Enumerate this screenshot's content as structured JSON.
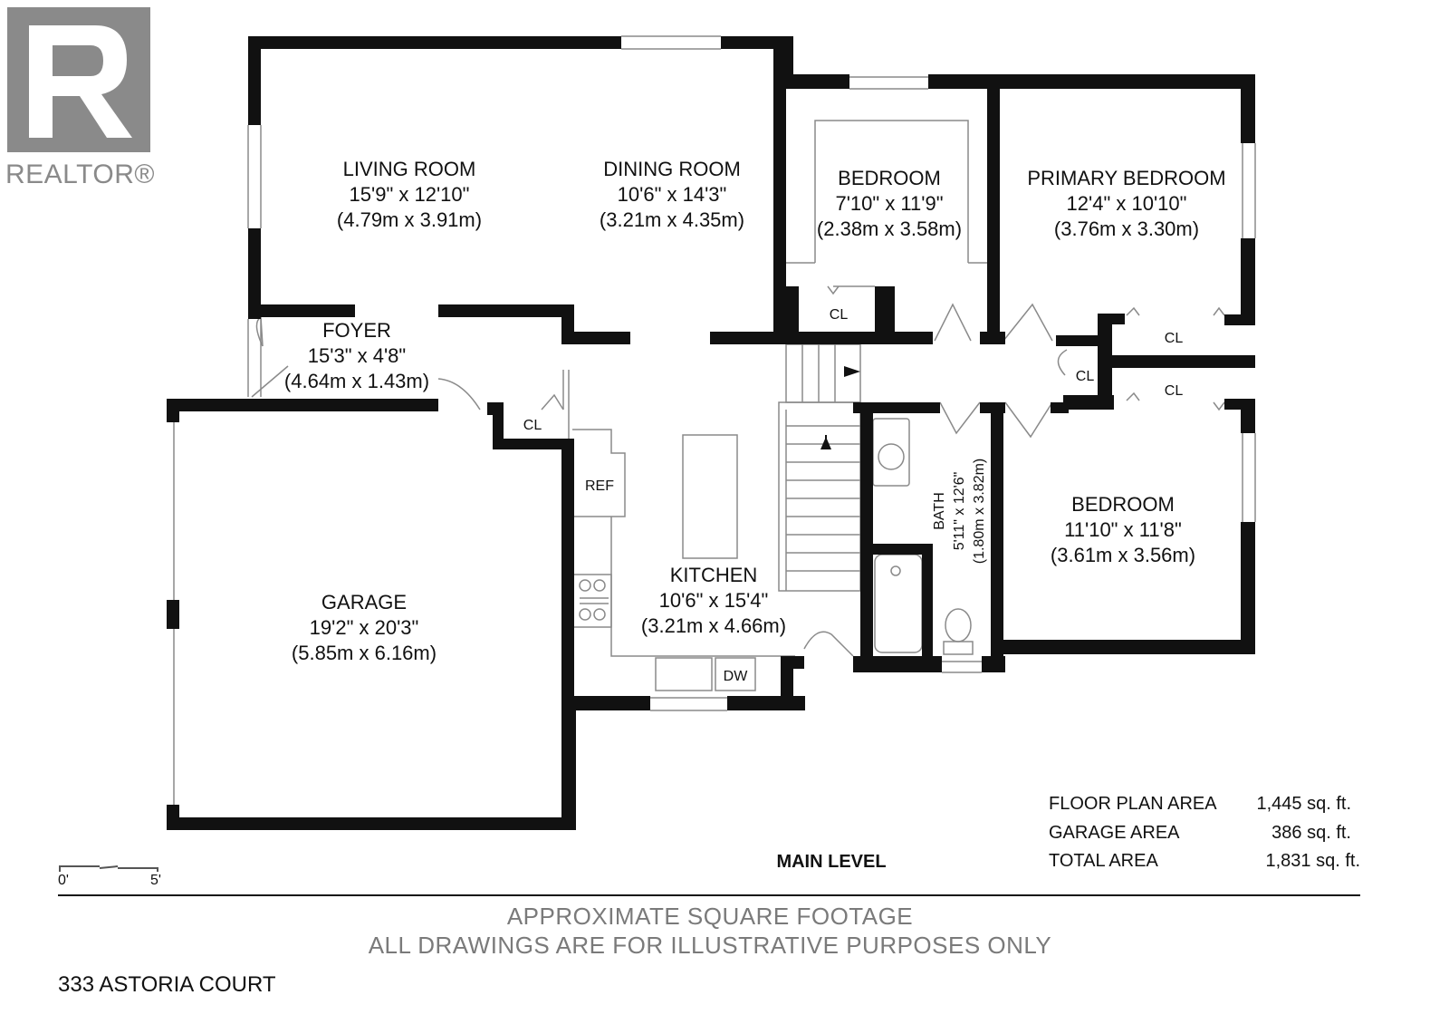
{
  "logo": {
    "text": "REALTOR®"
  },
  "rooms": {
    "living": {
      "name": "LIVING ROOM",
      "imperial": "15'9\" x 12'10\"",
      "metric": "(4.79m x 3.91m)"
    },
    "dining": {
      "name": "DINING ROOM",
      "imperial": "10'6\" x 14'3\"",
      "metric": "(3.21m x 4.35m)"
    },
    "bedroom1": {
      "name": "BEDROOM",
      "imperial": "7'10\" x 11'9\"",
      "metric": "(2.38m x 3.58m)"
    },
    "primary": {
      "name": "PRIMARY BEDROOM",
      "imperial": "12'4\" x 10'10\"",
      "metric": "(3.76m x 3.30m)"
    },
    "foyer": {
      "name": "FOYER",
      "imperial": "15'3\" x 4'8\"",
      "metric": "(4.64m x 1.43m)"
    },
    "garage": {
      "name": "GARAGE",
      "imperial": "19'2\" x 20'3\"",
      "metric": "(5.85m x 6.16m)"
    },
    "kitchen": {
      "name": "KITCHEN",
      "imperial": "10'6\" x 15'4\"",
      "metric": "(3.21m x 4.66m)"
    },
    "bath": {
      "name": "BATH",
      "imperial": "5'11\" x 12'6\"",
      "metric": "(1.80m x 3.82m)"
    },
    "bedroom2": {
      "name": "BEDROOM",
      "imperial": "11'10\" x 11'8\"",
      "metric": "(3.61m x 3.56m)"
    }
  },
  "fixtures": {
    "cl": "CL",
    "ref": "REF",
    "dw": "DW"
  },
  "areas": [
    {
      "label": "FLOOR PLAN AREA",
      "value": "1,445 sq. ft."
    },
    {
      "label": "GARAGE AREA",
      "value": "386 sq. ft."
    },
    {
      "label": "TOTAL AREA",
      "value": "1,831 sq. ft."
    }
  ],
  "level": "MAIN LEVEL",
  "scale": {
    "start": "0'",
    "end": "5'"
  },
  "footer": {
    "line1": "APPROXIMATE SQUARE FOOTAGE",
    "line2": "ALL DRAWINGS ARE FOR ILLUSTRATIVE PURPOSES ONLY"
  },
  "address": "333 ASTORIA COURT"
}
